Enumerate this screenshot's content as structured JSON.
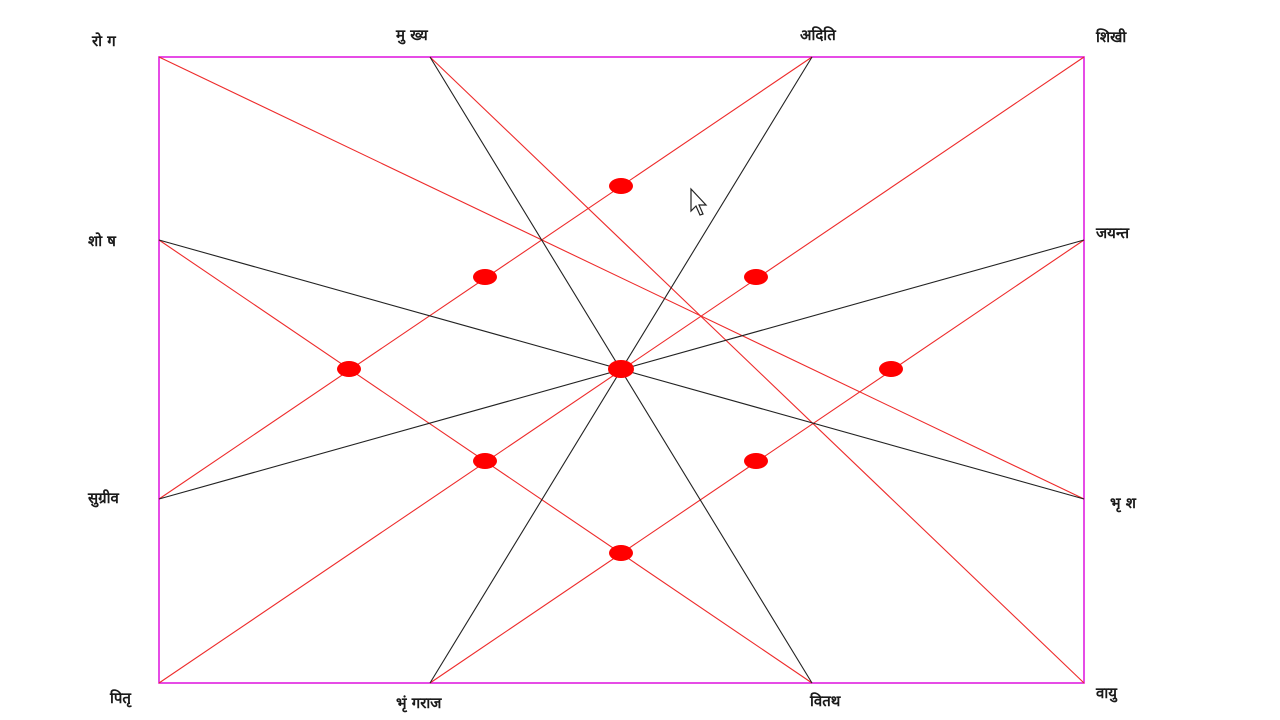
{
  "diagram": {
    "frame_color": "#e020e0",
    "diagonal_color": "#ee2b2b",
    "ray_color": "#222222",
    "node_color": "#ff0000",
    "cursor_icon": "mouse-pointer-icon",
    "labels": {
      "rog": "रो ग",
      "mukhya": "मु ख्य",
      "aditi": "अदिति",
      "shikhi": "शिखी",
      "shosh": "शो ष",
      "jayant": "जयन्त",
      "sugriv": "सुग्रीव",
      "bhrish": "भृ श",
      "pitru": "पितृ",
      "bhringraj": "भृं गराज",
      "vitath": "वितथ",
      "vayu": "वायु"
    }
  }
}
